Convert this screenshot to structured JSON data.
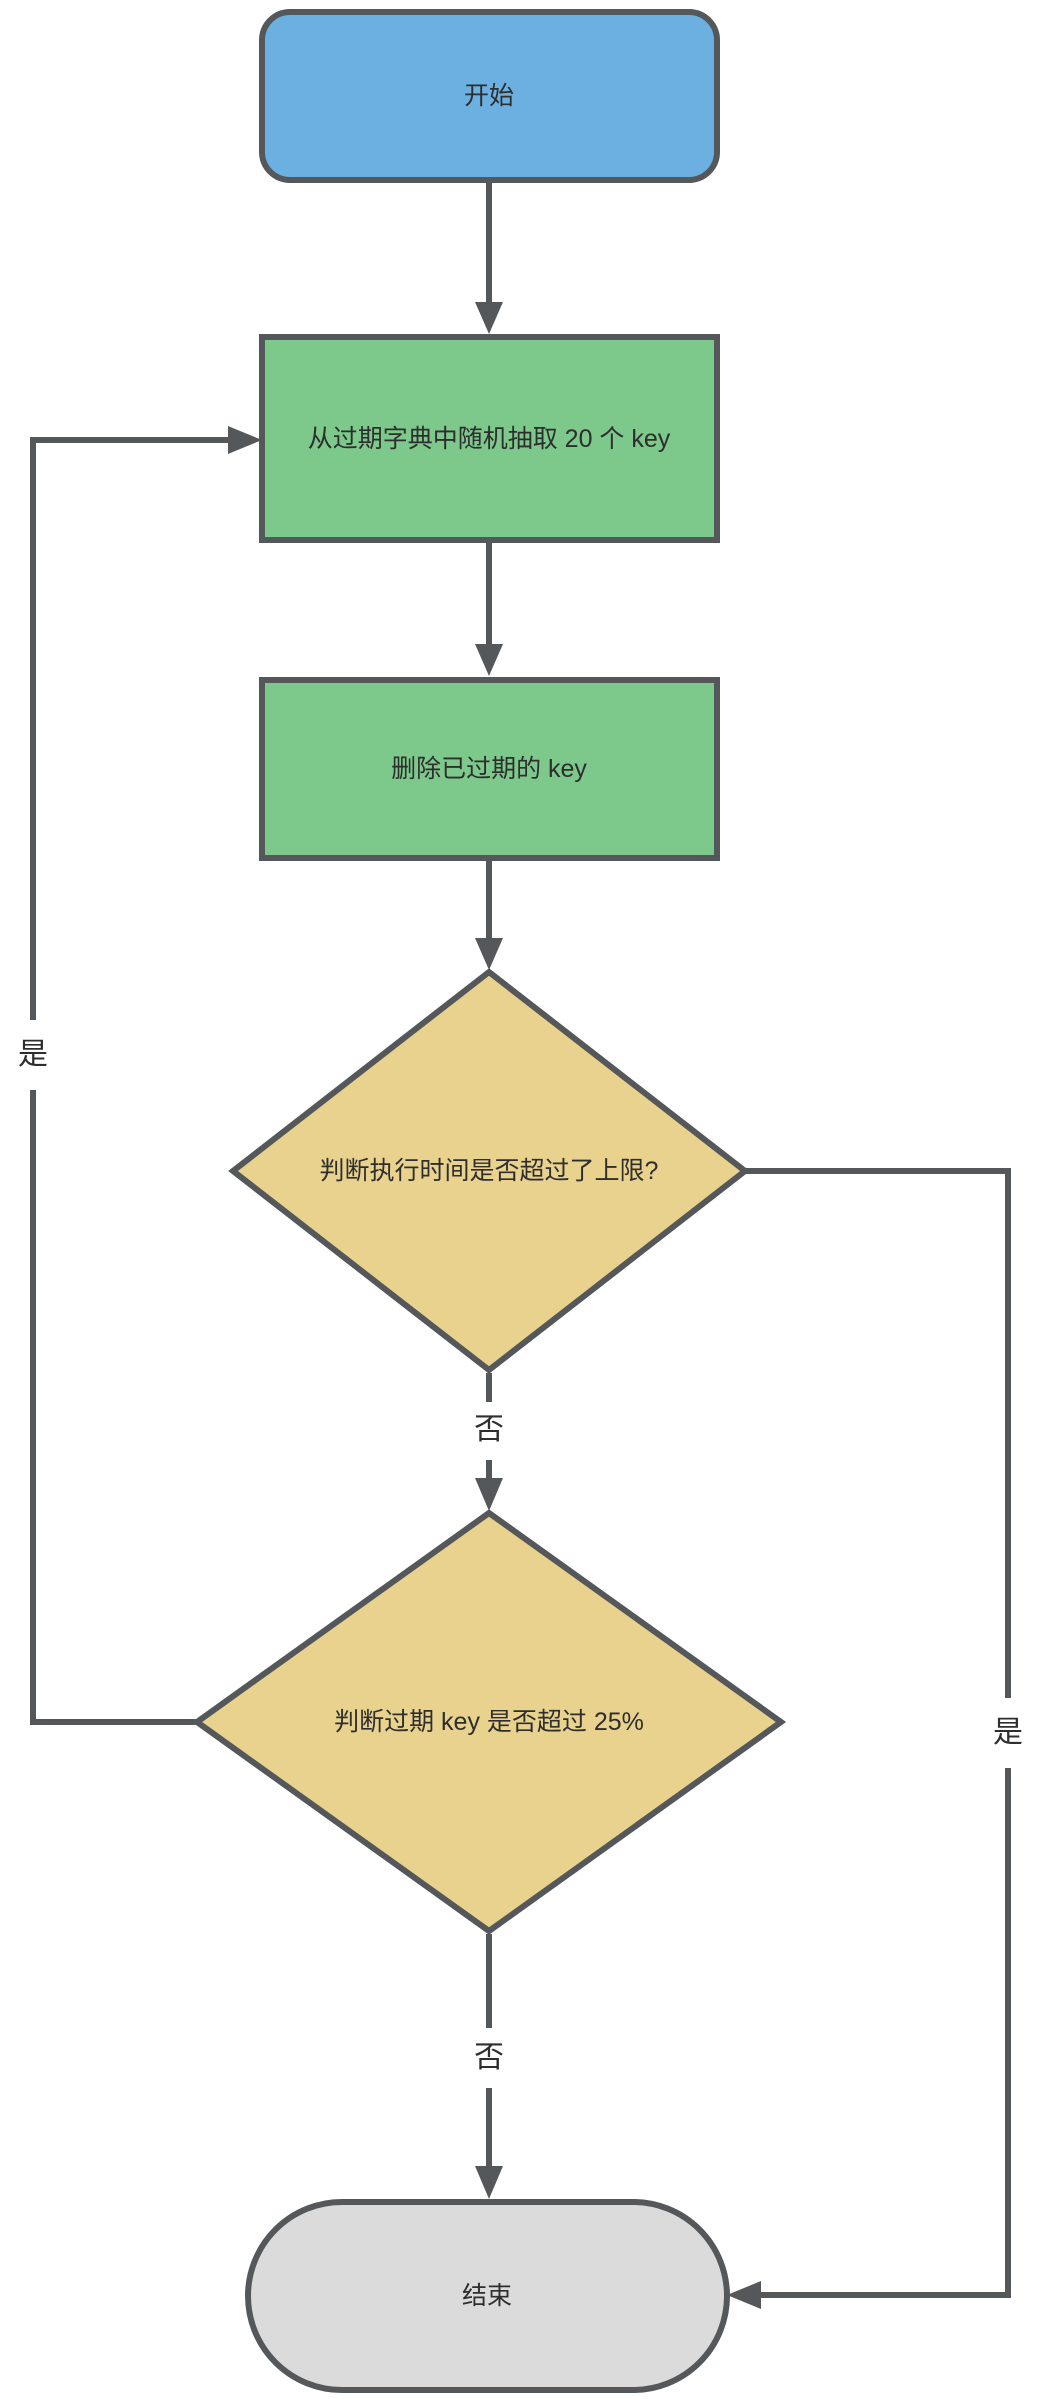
{
  "diagram": {
    "type": "flowchart",
    "nodes": {
      "start": {
        "label": "开始",
        "shape": "rounded-rectangle"
      },
      "sample_keys": {
        "label": "从过期字典中随机抽取 20 个 key",
        "shape": "rectangle"
      },
      "delete_keys": {
        "label": "删除已过期的 key",
        "shape": "rectangle"
      },
      "check_time": {
        "label": "判断执行时间是否超过了上限?",
        "shape": "diamond"
      },
      "check_ratio": {
        "label": "判断过期 key 是否超过 25%",
        "shape": "diamond"
      },
      "end": {
        "label": "结束",
        "shape": "stadium"
      }
    },
    "edge_labels": {
      "check_time_no": "否",
      "check_time_yes": "是",
      "check_ratio_no": "否",
      "check_ratio_yes": "是"
    },
    "colors": {
      "start_fill": "#6BB0E0",
      "process_fill": "#7DC88B",
      "decision_fill": "#E9D28E",
      "end_fill": "#DBDBDB",
      "stroke": "#55585A",
      "text": "#2E2E2E",
      "background": "#FFFFFF"
    }
  }
}
